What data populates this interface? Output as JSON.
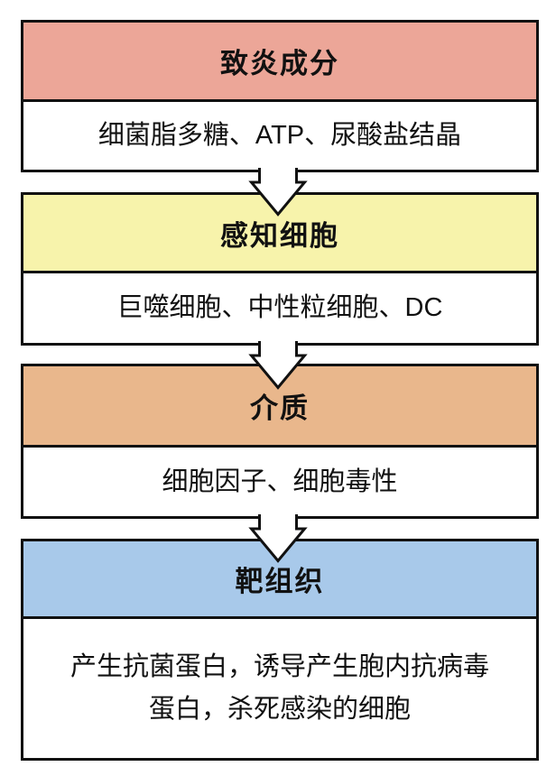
{
  "diagram": {
    "border_color": "#111111",
    "arrow_fill": "#ffffff",
    "blocks": [
      {
        "header": "致炎成分",
        "body": "细菌脂多糖、ATP、尿酸盐结晶",
        "header_color": "#ECA698"
      },
      {
        "header": "感知细胞",
        "body": "巨噬细胞、中性粒细胞、DC",
        "header_color": "#F7F3AB"
      },
      {
        "header": "介质",
        "body": "细胞因子、细胞毒性",
        "header_color": "#E9B78C"
      },
      {
        "header": "靶组织",
        "body": "产生抗菌蛋白，诱导产生胞内抗病毒蛋白，杀死感染的细胞",
        "header_color": "#A8C9EA"
      }
    ]
  }
}
